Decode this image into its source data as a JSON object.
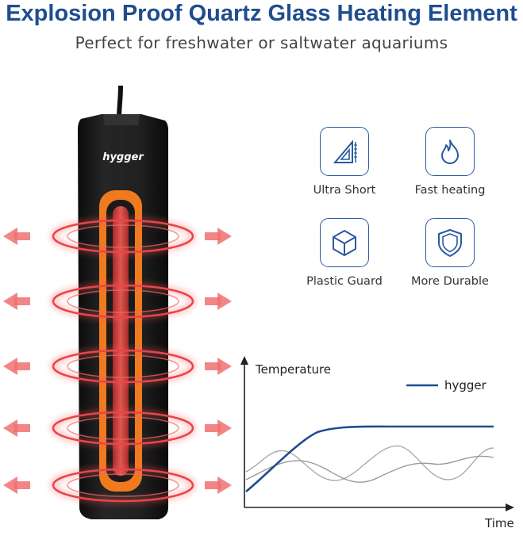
{
  "header": {
    "title": "Explosion Proof Quartz Glass Heating Element",
    "subtitle": "Perfect for freshwater or saltwater aquariums"
  },
  "product": {
    "brand": "hygger",
    "icon": "heater-product-image"
  },
  "features": [
    {
      "label": "Ultra Short",
      "icon": "ruler-triangle-icon"
    },
    {
      "label": "Fast heating",
      "icon": "flame-icon"
    },
    {
      "label": "Plastic Guard",
      "icon": "cube-icon"
    },
    {
      "label": "More Durable",
      "icon": "shield-icon"
    }
  ],
  "chart": {
    "ylabel": "Temperature",
    "xlabel": "Time",
    "legend": "hygger"
  },
  "colors": {
    "title": "#1f4d8f",
    "accent_orange": "#f07a1e",
    "heat_red": "#e8454a",
    "hygger_line": "#1f4d8f",
    "other_lines": "#999999"
  }
}
